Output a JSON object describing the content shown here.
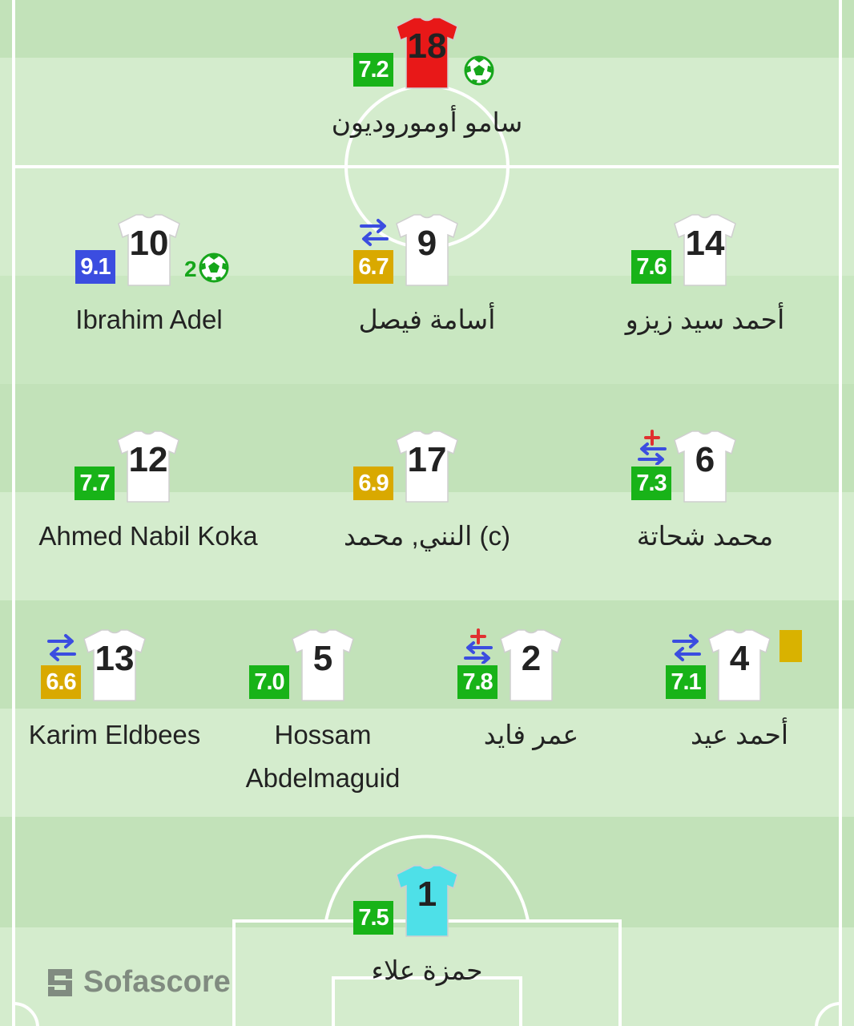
{
  "colors": {
    "pitch_light": "#d4eccd",
    "pitch_dark": "#c2e2b9",
    "line": "#ffffff",
    "rating_green": "#18b318",
    "rating_yellow": "#d9a900",
    "rating_blue": "#3b4de0",
    "sub_arrows": "#3b4de0",
    "injury_cross": "#e03030",
    "goal_green": "#16a61b",
    "card_yellow": "#d9b200"
  },
  "branding": {
    "text": "Sofascore"
  },
  "opponent": {
    "number": "18",
    "rating": "7.2",
    "rating_color": "green",
    "name": "سامو أومورودیون",
    "shirt_color": "#e81818",
    "goals": "",
    "has_goal": true
  },
  "row_attack": [
    {
      "number": "10",
      "rating": "9.1",
      "rating_color": "blue",
      "name": "Ibrahim Adel",
      "has_goal": true,
      "goals": "2",
      "sub": false,
      "injury": false,
      "card": false
    },
    {
      "number": "9",
      "rating": "6.7",
      "rating_color": "yellow",
      "name": "أسامة فيصل",
      "has_goal": false,
      "goals": "",
      "sub": true,
      "injury": false,
      "card": false
    },
    {
      "number": "14",
      "rating": "7.6",
      "rating_color": "green",
      "name": "أحمد سيد زيزو",
      "has_goal": false,
      "goals": "",
      "sub": false,
      "injury": false,
      "card": false
    }
  ],
  "row_midfield": [
    {
      "number": "12",
      "rating": "7.7",
      "rating_color": "green",
      "name": "Ahmed Nabil Koka",
      "has_goal": false,
      "goals": "",
      "sub": false,
      "injury": false,
      "card": false
    },
    {
      "number": "17",
      "rating": "6.9",
      "rating_color": "yellow",
      "name": "النني, محمد (c)",
      "has_goal": false,
      "goals": "",
      "sub": false,
      "injury": false,
      "card": false
    },
    {
      "number": "6",
      "rating": "7.3",
      "rating_color": "green",
      "name": "محمد شحاتة",
      "has_goal": false,
      "goals": "",
      "sub": true,
      "injury": true,
      "card": false
    }
  ],
  "row_defense": [
    {
      "number": "13",
      "rating": "6.6",
      "rating_color": "yellow",
      "name": "Karim Eldbees",
      "has_goal": false,
      "goals": "",
      "sub": true,
      "injury": false,
      "card": false
    },
    {
      "number": "5",
      "rating": "7.0",
      "rating_color": "green",
      "name": "Hossam Abdelmaguid",
      "has_goal": false,
      "goals": "",
      "sub": false,
      "injury": false,
      "card": false
    },
    {
      "number": "2",
      "rating": "7.8",
      "rating_color": "green",
      "name": "عمر فايد",
      "has_goal": false,
      "goals": "",
      "sub": true,
      "injury": true,
      "card": false
    },
    {
      "number": "4",
      "rating": "7.1",
      "rating_color": "green",
      "name": "أحمد عيد",
      "has_goal": false,
      "goals": "",
      "sub": true,
      "injury": false,
      "card": true
    }
  ],
  "goalkeeper": {
    "number": "1",
    "rating": "7.5",
    "rating_color": "green",
    "name": "حمزة علاء",
    "shirt_color": "#4ee0e8",
    "has_goal": false,
    "goals": "",
    "sub": false,
    "injury": false,
    "card": false
  }
}
